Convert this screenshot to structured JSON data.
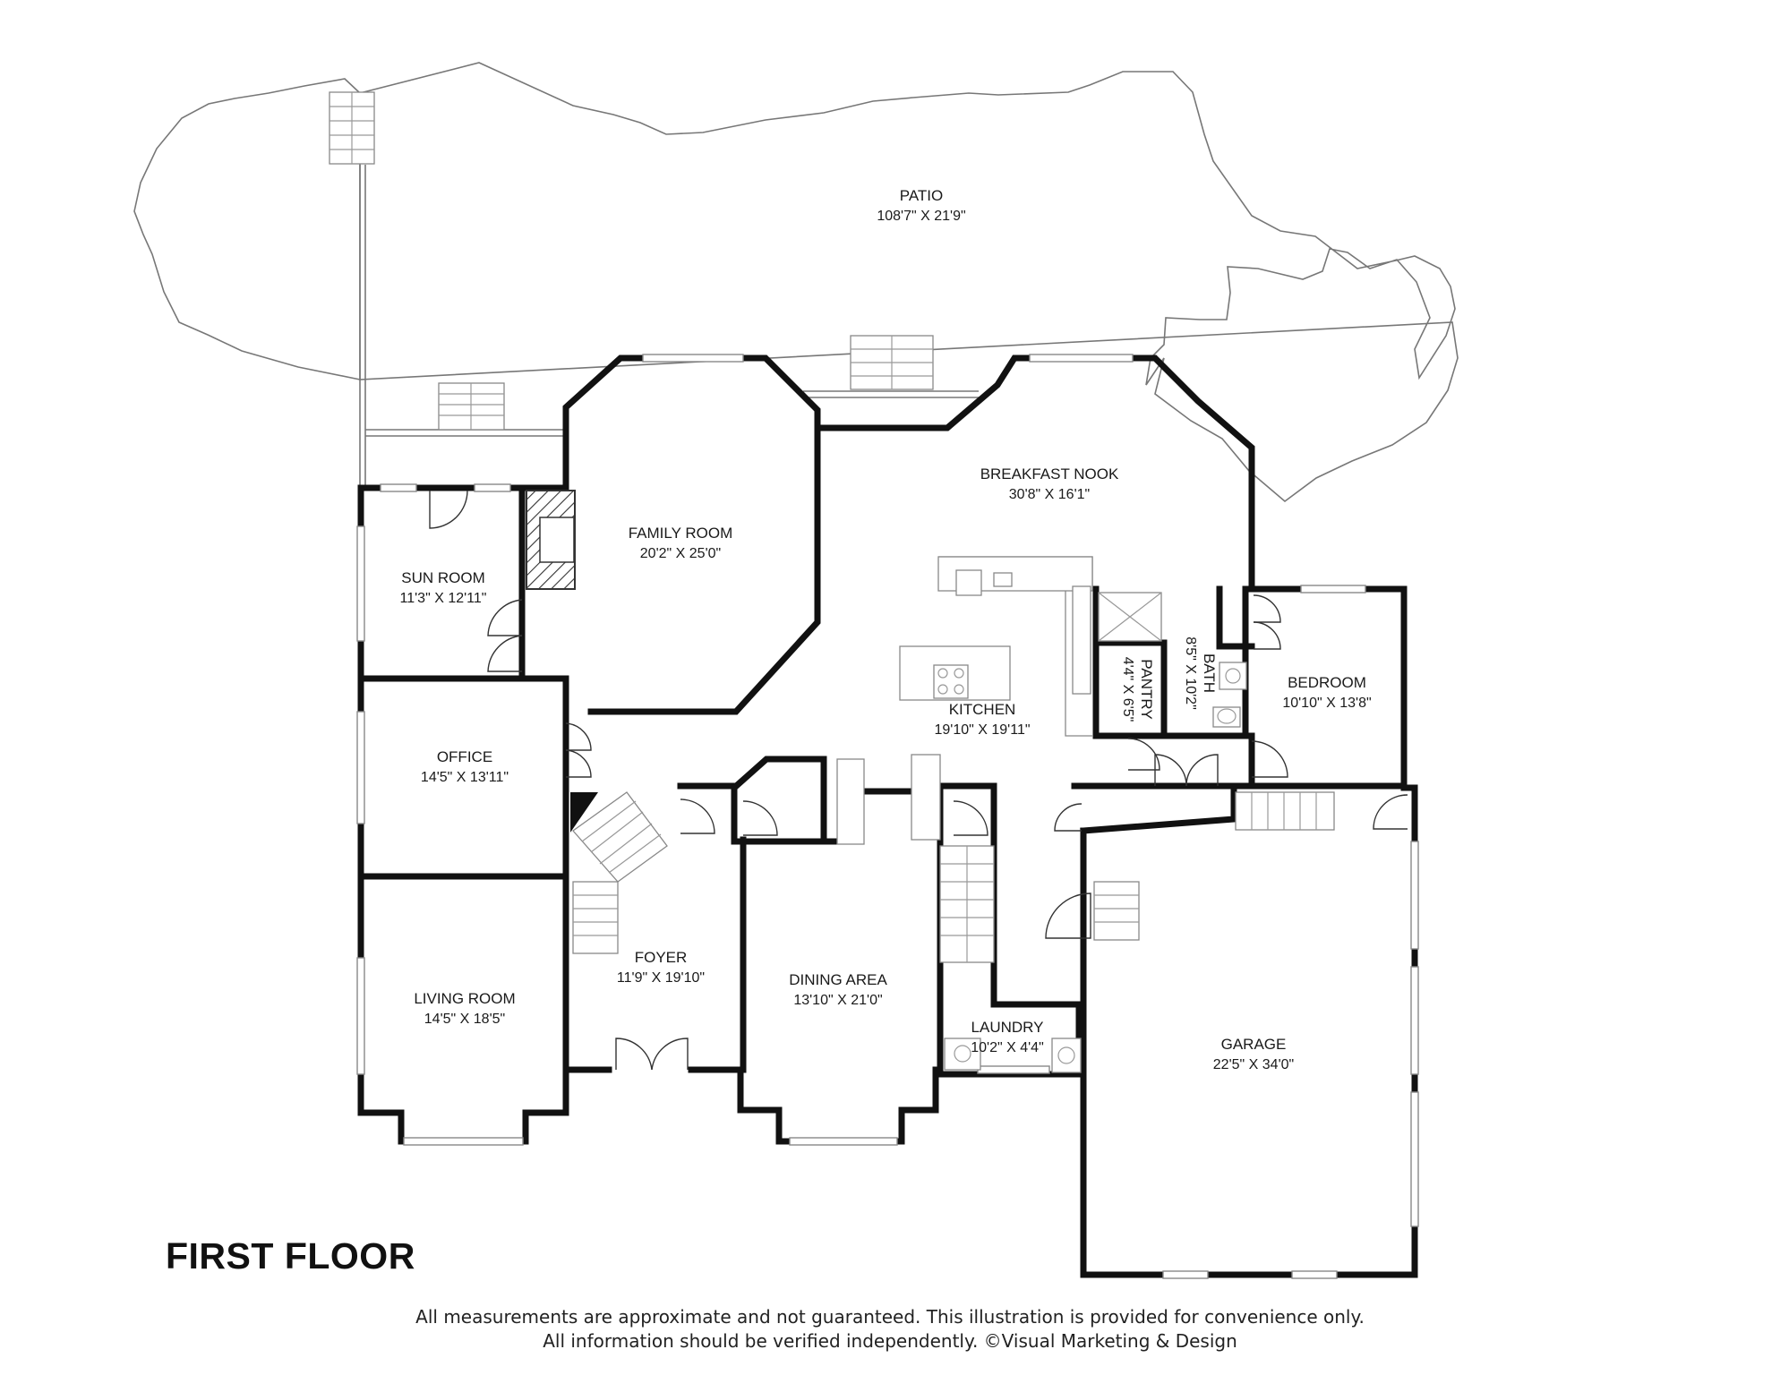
{
  "floor_title": "FIRST FLOOR",
  "disclaimer": {
    "line1": "All measurements are approximate and not guaranteed. This illustration is provided for convenience only.",
    "line2": "All information should be verified independently. ©Visual Marketing & Design"
  },
  "rooms": {
    "patio": {
      "name": "PATIO",
      "dims": "108'7\" X 21'9\""
    },
    "breakfast_nook": {
      "name": "BREAKFAST NOOK",
      "dims": "30'8\" X 16'1\""
    },
    "family_room": {
      "name": "FAMILY ROOM",
      "dims": "20'2\" X 25'0\""
    },
    "sun_room": {
      "name": "SUN ROOM",
      "dims": "11'3\" X 12'11\""
    },
    "office": {
      "name": "OFFICE",
      "dims": "14'5\" X 13'11\""
    },
    "kitchen": {
      "name": "KITCHEN",
      "dims": "19'10\" X 19'11\""
    },
    "bath": {
      "name": "BATH",
      "dims": "8'5\" X 10'2\""
    },
    "pantry": {
      "name": "PANTRY",
      "dims": "4'4\" X 6'5\""
    },
    "bedroom": {
      "name": "BEDROOM",
      "dims": "10'10\" X 13'8\""
    },
    "foyer": {
      "name": "FOYER",
      "dims": "11'9\" X 19'10\""
    },
    "dining_area": {
      "name": "DINING AREA",
      "dims": "13'10\" X 21'0\""
    },
    "living_room": {
      "name": "LIVING ROOM",
      "dims": "14'5\" X 18'5\""
    },
    "laundry": {
      "name": "LAUNDRY",
      "dims": "10'2\" X 4'4\""
    },
    "garage": {
      "name": "GARAGE",
      "dims": "22'5\" X 34'0\""
    }
  },
  "colors": {
    "wall": "#111111",
    "line": "#777777",
    "background": "#ffffff"
  }
}
